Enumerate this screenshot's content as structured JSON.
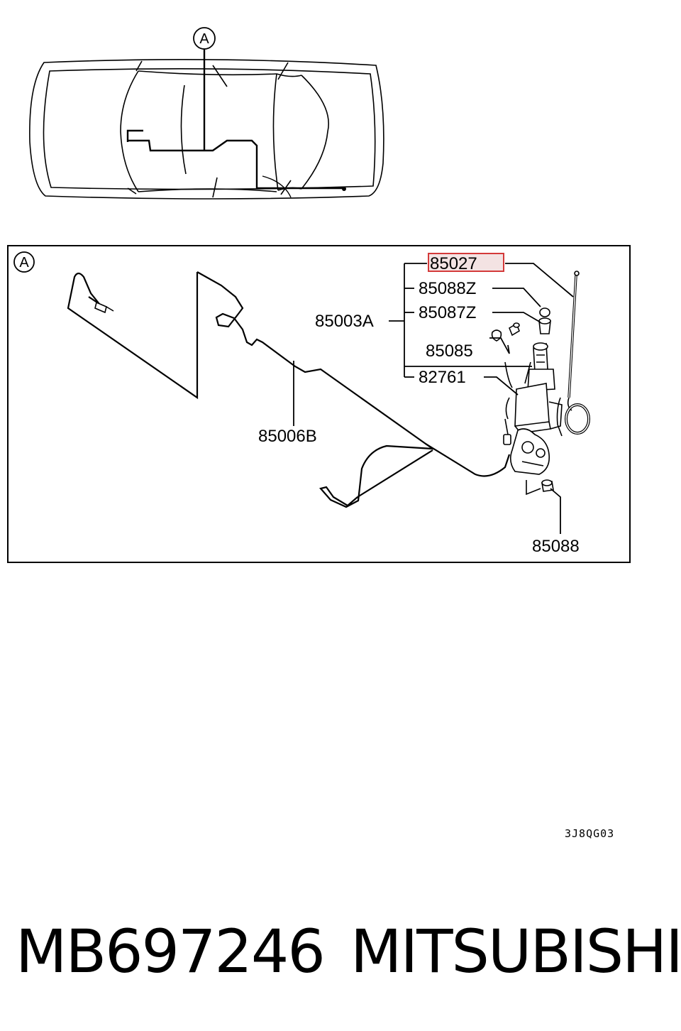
{
  "overview": {
    "callout_letter": "A"
  },
  "detail": {
    "callout_letter": "A",
    "labels": {
      "p85027": "85027",
      "p85088Z": "85088Z",
      "p85087Z": "85087Z",
      "p85003A": "85003A",
      "p85085": "85085",
      "p82761": "82761",
      "p85006B": "85006B",
      "p85088": "85088"
    },
    "highlight_color": "#d43a3a"
  },
  "drawing_code": "3J8QG03",
  "footer": {
    "part_number": "MB697246",
    "brand": "MITSUBISHI"
  }
}
